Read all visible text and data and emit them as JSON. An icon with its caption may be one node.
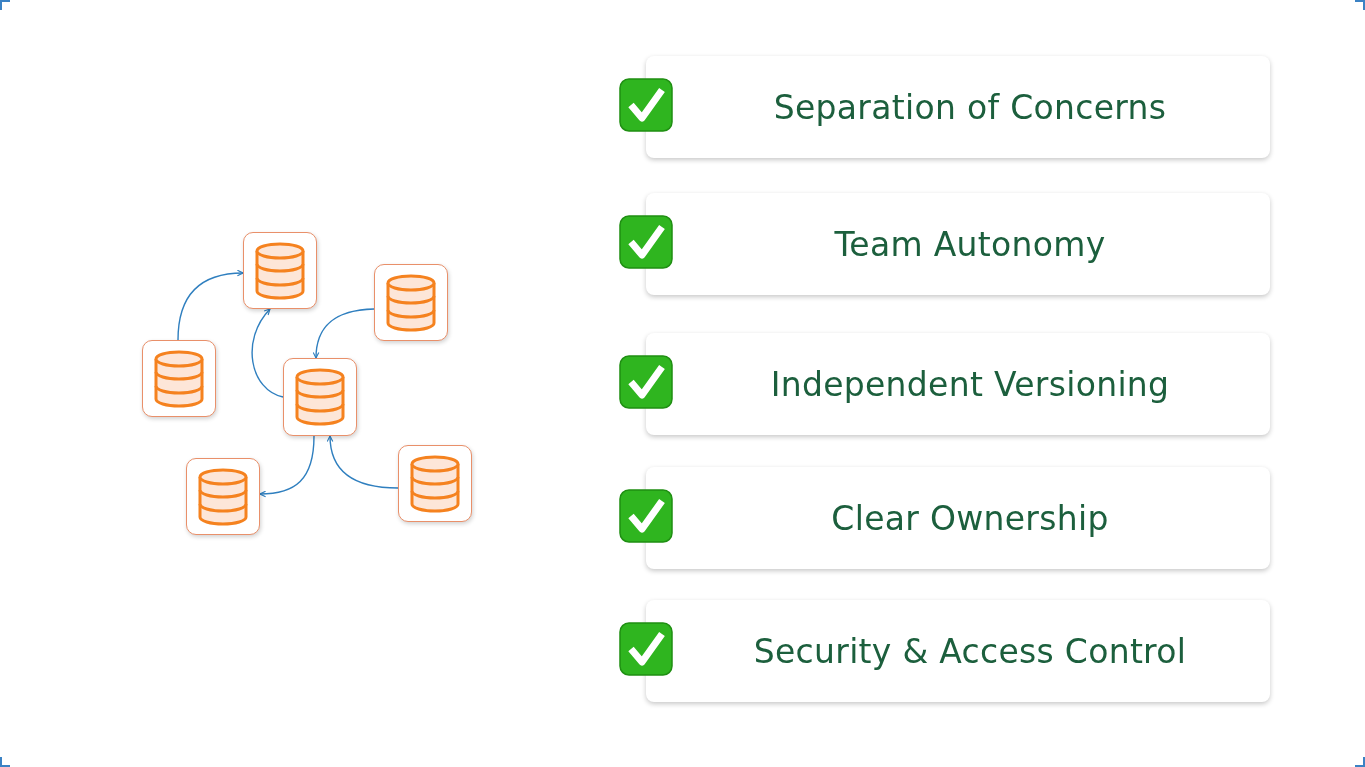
{
  "diagram": {
    "nodes": [
      {
        "text": [],
        "shape": "cylinder"
      },
      {
        "text": [],
        "shape": "cylinder"
      },
      {
        "text": [],
        "shape": "cylinder"
      },
      {
        "text": [],
        "shape": "cylinder"
      },
      {
        "text": [],
        "shape": "cylinder"
      },
      {
        "text": [],
        "shape": "cylinder"
      },
      {
        "text": [
          "Separation of Concerns"
        ]
      },
      {
        "text": [
          "Team Autonomy"
        ]
      },
      {
        "text": [
          "Independent Versioning"
        ]
      },
      {
        "text": [
          "Clear Ownership"
        ]
      },
      {
        "text": [
          "Security & Access Control"
        ]
      }
    ],
    "edges": [
      {
        "from": 2,
        "to": 0,
        "arrow": "to"
      },
      {
        "from": 3,
        "to": 0,
        "arrow": "to"
      },
      {
        "from": 1,
        "to": 3,
        "arrow": "to"
      },
      {
        "from": 3,
        "to": 5,
        "arrow": "to"
      },
      {
        "from": 4,
        "to": 3,
        "arrow": "to"
      }
    ]
  }
}
